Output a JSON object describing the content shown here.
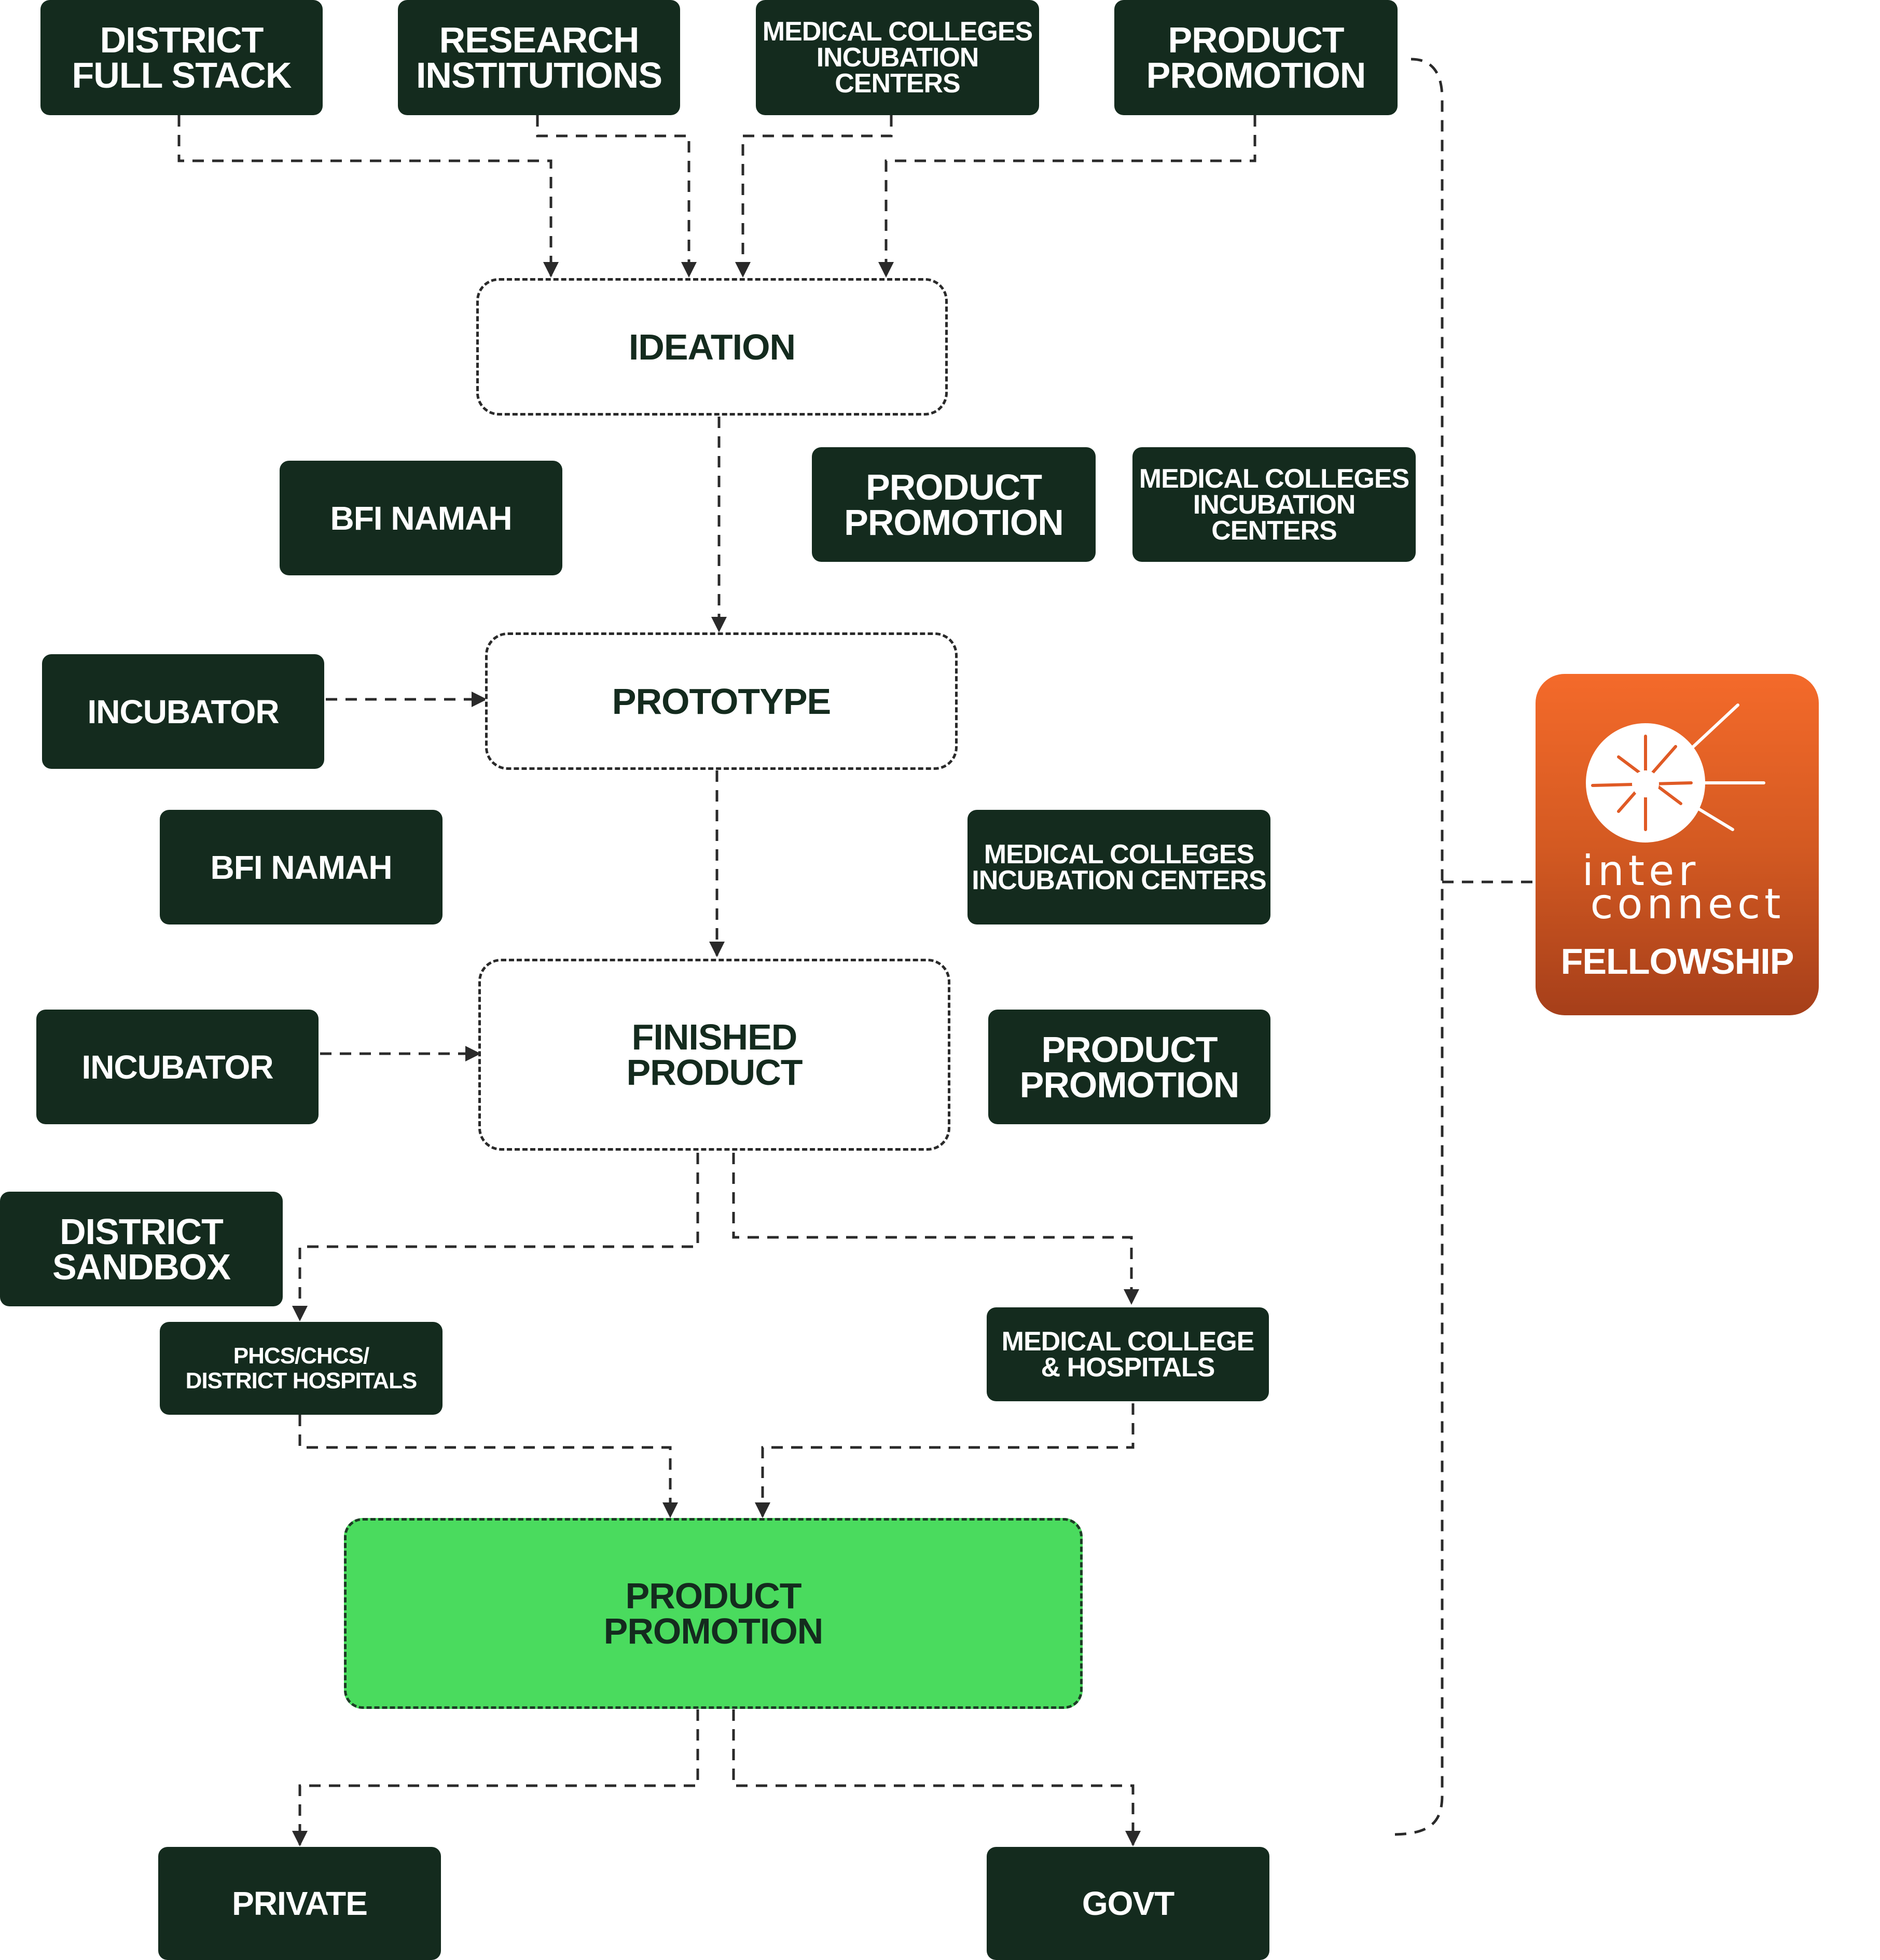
{
  "colors": {
    "node_fill": "#142b1e",
    "node_text": "#ffffff",
    "highlight_fill": "#4adb5e",
    "fellowship_gradient_top": "#f46a2a",
    "fellowship_gradient_bottom": "#a63f1a",
    "connector": "#2a2a2a"
  },
  "top_row": {
    "district_full_stack": "DISTRICT\nFULL STACK",
    "research_institutions": "RESEARCH\nINSTITUTIONS",
    "medical_colleges_1": "MEDICAL COLLEGES\nINCUBATION CENTERS",
    "product_promotion_1": "PRODUCT\nPROMOTION"
  },
  "stages": {
    "ideation": "IDEATION",
    "prototype": "PROTOTYPE",
    "finished_product": "FINISHED\nPRODUCT",
    "product_promotion_main": "PRODUCT\nPROMOTION"
  },
  "support": {
    "bfi_namah_1": "BFI NAMAH",
    "product_promotion_2": "PRODUCT\nPROMOTION",
    "medical_colleges_2": "MEDICAL COLLEGES\nINCUBATION CENTERS",
    "incubator_1": "INCUBATOR",
    "bfi_namah_2": "BFI NAMAH",
    "medical_colleges_3": "MEDICAL COLLEGES\nINCUBATION CENTERS",
    "incubator_2": "INCUBATOR",
    "product_promotion_3": "PRODUCT\nPROMOTION",
    "district_sandbox": "DISTRICT\nSANDBOX",
    "phcs": "PHCS/CHCS/\nDISTRICT HOSPITALS",
    "medical_college_hospitals": "MEDICAL COLLEGE\n& HOSPITALS"
  },
  "outcomes": {
    "private": "PRIVATE",
    "govt": "GOVT"
  },
  "fellowship": {
    "logo_icon": "interconnect-logo-icon",
    "brand_line1": "inter",
    "brand_line2": "connect",
    "label": "FELLOWSHIP"
  }
}
